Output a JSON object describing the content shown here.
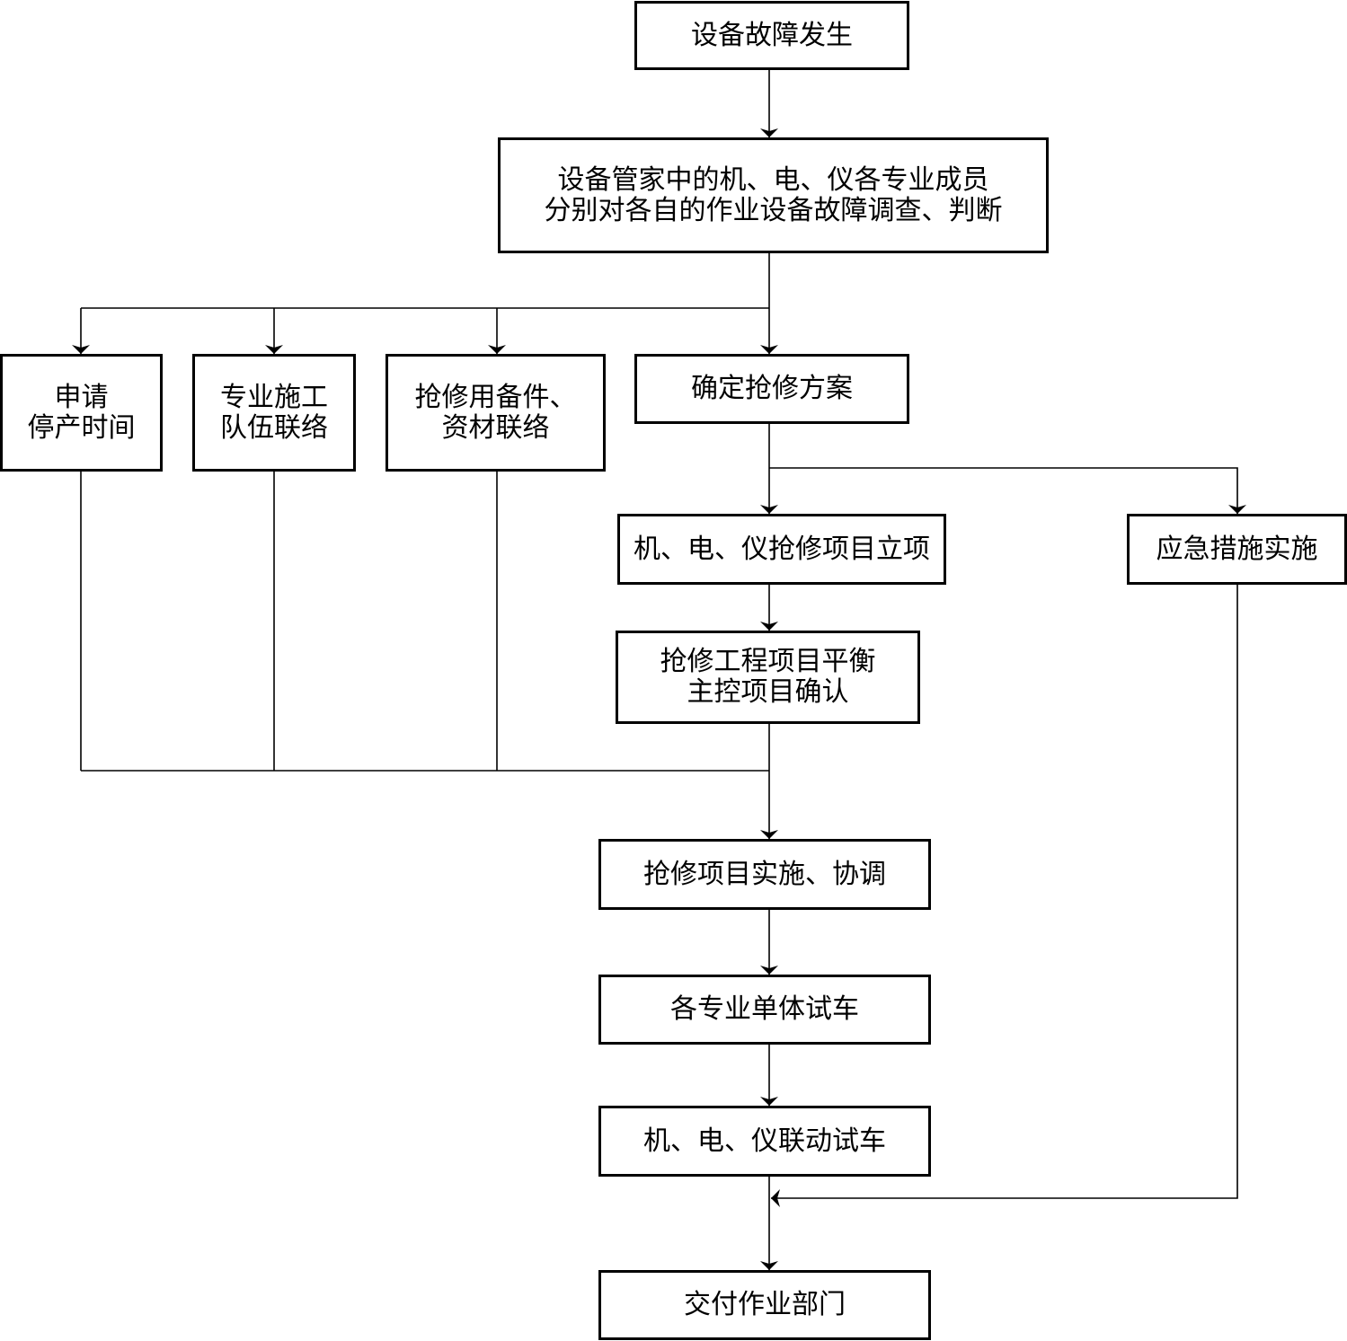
{
  "flowchart": {
    "nodes": {
      "fault": {
        "lines": [
          "设备故障发生"
        ]
      },
      "investigate": {
        "lines": [
          "设备管家中的机、电、仪各专业成员",
          "分别对各自的作业设备故障调查、判断"
        ]
      },
      "apply_stop": {
        "lines": [
          "申请",
          "停产时间"
        ]
      },
      "team_contact": {
        "lines": [
          "专业施工",
          "队伍联络"
        ]
      },
      "parts_contact": {
        "lines": [
          "抢修用备件、",
          "资材联络"
        ]
      },
      "plan": {
        "lines": [
          "确定抢修方案"
        ]
      },
      "project_setup": {
        "lines": [
          "机、电、仪抢修项目立项"
        ]
      },
      "emergency": {
        "lines": [
          "应急措施实施"
        ]
      },
      "balance": {
        "lines": [
          "抢修工程项目平衡",
          "主控项目确认"
        ]
      },
      "implement": {
        "lines": [
          "抢修项目实施、协调"
        ]
      },
      "unit_test": {
        "lines": [
          "各专业单体试车"
        ]
      },
      "joint_test": {
        "lines": [
          "机、电、仪联动试车"
        ]
      },
      "handover": {
        "lines": [
          "交付作业部门"
        ]
      }
    }
  }
}
